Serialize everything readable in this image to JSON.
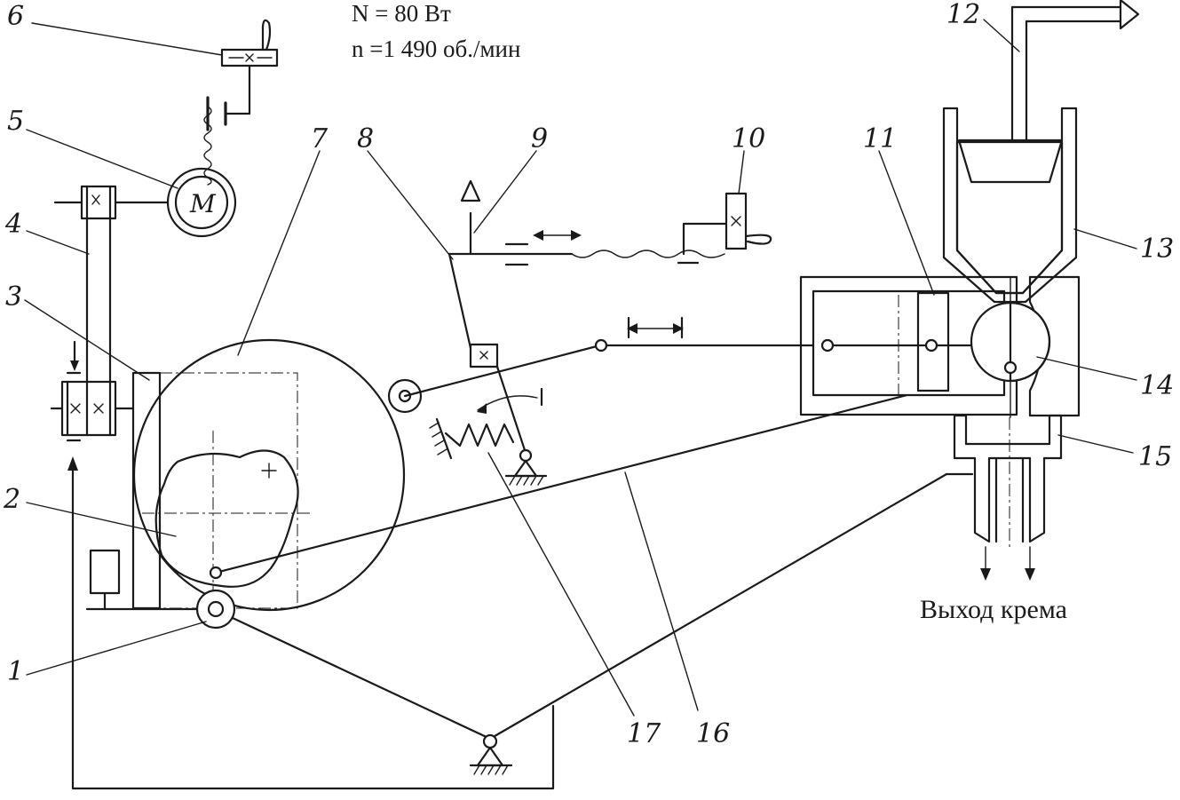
{
  "specs": {
    "power": "N = 80 Вт",
    "speed": "n =1 490 об./мин"
  },
  "motor_symbol": "M",
  "output_label": "Выход крема",
  "part_numbers": {
    "p1": "1",
    "p2": "2",
    "p3": "3",
    "p4": "4",
    "p5": "5",
    "p6": "6",
    "p7": "7",
    "p8": "8",
    "p9": "9",
    "p10": "10",
    "p11": "11",
    "p12": "12",
    "p13": "13",
    "p14": "14",
    "p15": "15",
    "p16": "16",
    "p17": "17"
  },
  "icons": {
    "motor": "motor-icon",
    "pivot": "fixed-pivot-icon",
    "switch": "switch-icon"
  }
}
